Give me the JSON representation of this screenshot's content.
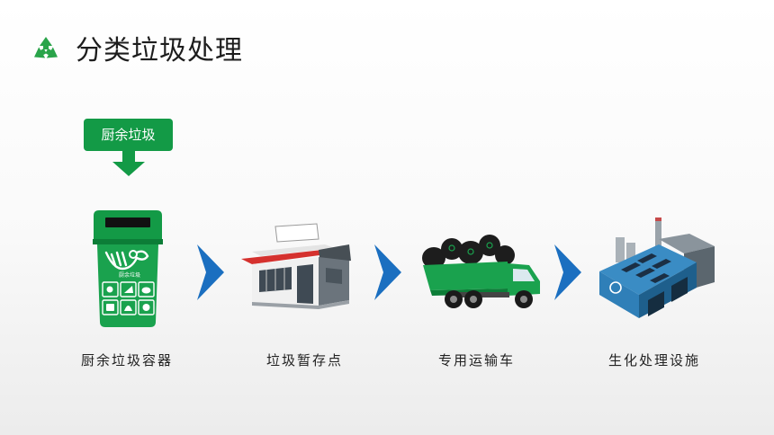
{
  "header": {
    "title": "分类垃圾处理",
    "icon": "recycle-icon"
  },
  "tag": {
    "label": "厨余垃圾"
  },
  "stages": [
    {
      "label": "厨余垃圾容器",
      "icon": "kitchen-waste-bin-icon"
    },
    {
      "label": "垃圾暂存点",
      "icon": "storage-station-icon"
    },
    {
      "label": "专用运输车",
      "icon": "garbage-truck-icon"
    },
    {
      "label": "生化处理设施",
      "icon": "treatment-plant-icon"
    }
  ],
  "bin": {
    "label": "厨余垃圾"
  },
  "colors": {
    "green": "#139a46",
    "arrow_blue": "#1b6fc0",
    "plant_blue": "#2f7fb8"
  }
}
